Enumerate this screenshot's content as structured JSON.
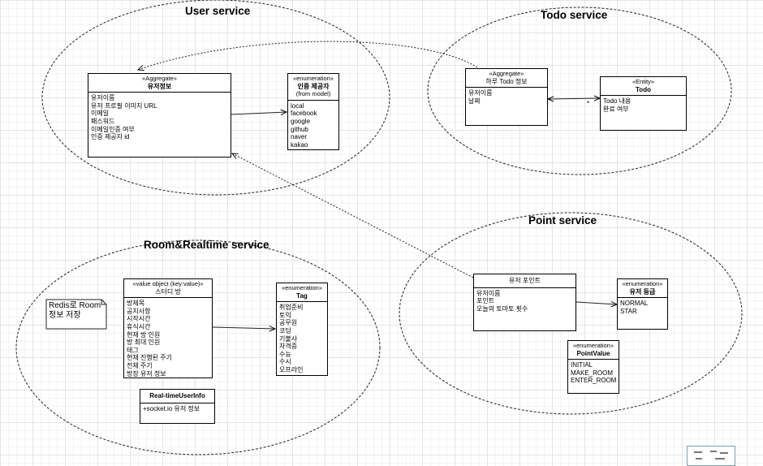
{
  "services": {
    "user": "User service",
    "todo": "Todo service",
    "point": "Point service",
    "room": "Room&Realtime service"
  },
  "user_profile": {
    "stereotype": "«Aggregate»",
    "name": "유저정보",
    "fields": [
      "유저이름",
      "유저 프로필 이미지 URL",
      "이메일",
      "패스워드",
      "이메일인증 여부",
      "인증 제공자 id"
    ]
  },
  "auth_provider": {
    "stereotype": "«enumeration»",
    "name": "인증 제공자",
    "subtitle": "(from model)",
    "fields": [
      "local",
      "facebook",
      "google",
      "github",
      "naver",
      "kakao"
    ]
  },
  "daily_todo": {
    "stereotype": "«Aggregate»",
    "name": "하루 Todo 정보",
    "fields": [
      "유저이름",
      "날짜"
    ]
  },
  "todo": {
    "stereotype": "«Entity»",
    "name": "Todo",
    "fields": [
      "Todo 내용",
      "완료 여부"
    ],
    "multiplicity": "*"
  },
  "user_point": {
    "name": "유저 포인트",
    "fields": [
      "유저이름",
      "포인트",
      "오늘의 토마토 횟수"
    ]
  },
  "user_grade": {
    "stereotype": "«enumeration»",
    "name": "유저 등급",
    "fields": [
      "NORMAL",
      "STAR"
    ]
  },
  "point_value": {
    "stereotype": "«enumeration»",
    "name": "PointValue",
    "fields": [
      "INITIAL",
      "MAKE_ROOM",
      "ENTER_ROOM"
    ]
  },
  "study_room": {
    "stereotype": "«value object (key:value)»",
    "name": "스터디 방",
    "fields": [
      "방제목",
      "공지사항",
      "시작시간",
      "휴식시간",
      "현재 방 인원",
      "방 최대 인원",
      "태그",
      "현재 진행된 주기",
      "전체 주기",
      "방장 유저 정보"
    ]
  },
  "tag": {
    "stereotype": "«enumeration»",
    "name": "Tag",
    "fields": [
      "취업준비",
      "토익",
      "공무원",
      "코딩",
      "기불사",
      "자격증",
      "수능",
      "수시",
      "오프라인"
    ]
  },
  "realtime_info": {
    "name": "Real-timeUserInfo",
    "fields": [
      "+socket.io 유저 정보"
    ]
  },
  "redis_note": "Redis로 Room 정보 저장"
}
